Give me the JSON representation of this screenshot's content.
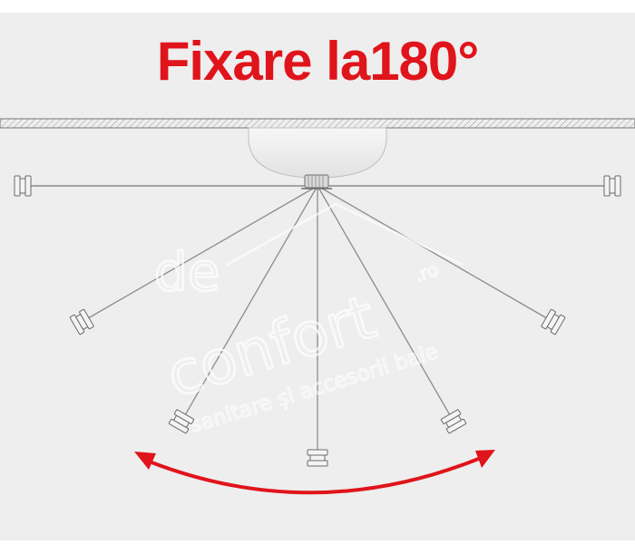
{
  "title": "Fixare la180°",
  "watermark": {
    "brand_top": "de",
    "brand_main": "confort",
    "domain": ".ro",
    "tagline": "sanitare și accesorii baie"
  },
  "colors": {
    "title": "#e0141b",
    "arrow": "#e0141b",
    "panel": "#eeeeee",
    "line": "#8c8c8c",
    "watermark": "#ffffff"
  },
  "rotation_range_degrees": 180
}
